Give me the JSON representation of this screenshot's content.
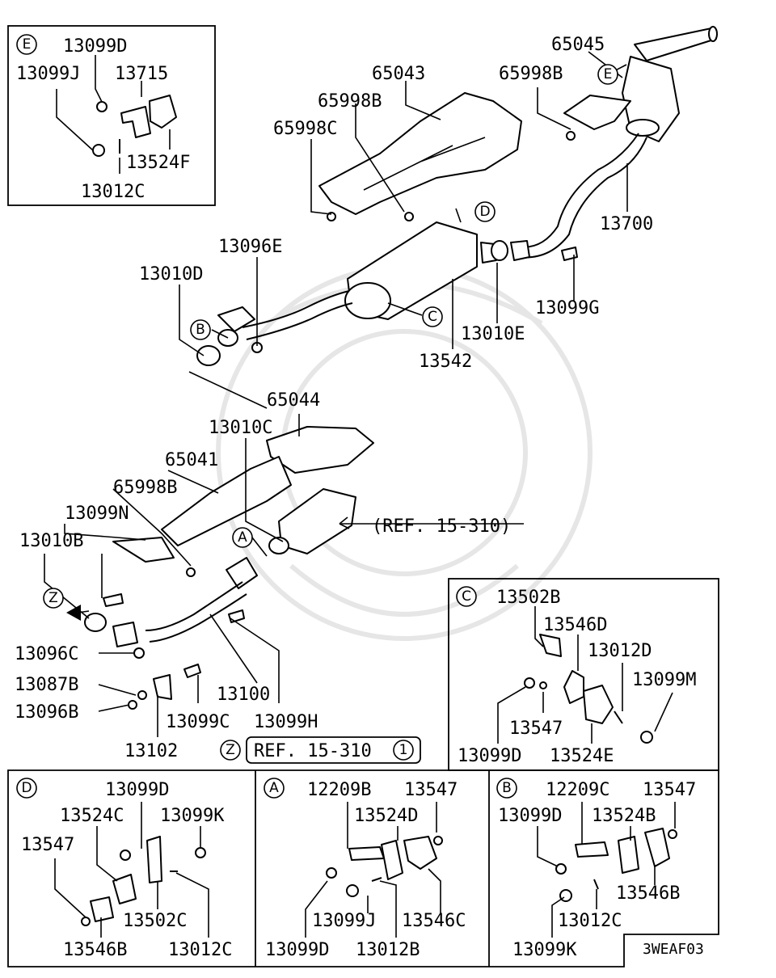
{
  "diagram_code": "3WEAF03",
  "ref_main": "(REF. 15-310)",
  "ref_z": "REF. 15-310",
  "ref_z_num": "1",
  "callouts": {
    "A": "A",
    "B": "B",
    "C": "C",
    "D": "D",
    "E": "E",
    "Z": "Z"
  },
  "main_labels": {
    "p65045": "65045",
    "p65998B_top": "65998B",
    "p65043": "65043",
    "p65998B_mid": "65998B",
    "p65998C": "65998C",
    "p13700": "13700",
    "p13099G": "13099G",
    "p13096E": "13096E",
    "p13010D": "13010D",
    "p13010E": "13010E",
    "p13542": "13542",
    "p65044": "65044",
    "p13010C": "13010C",
    "p65041": "65041",
    "p65998B_low": "65998B",
    "p13099N": "13099N",
    "p13010B": "13010B",
    "p13096C": "13096C",
    "p13087B": "13087B",
    "p13096B": "13096B",
    "p13100": "13100",
    "p13099C": "13099C",
    "p13099H": "13099H",
    "p13102": "13102"
  },
  "inset_e": {
    "p13099D": "13099D",
    "p13099J": "13099J",
    "p13715": "13715",
    "p13524F": "13524F",
    "p13012C": "13012C"
  },
  "inset_c": {
    "p13502B": "13502B",
    "p13546D": "13546D",
    "p13012D": "13012D",
    "p13099M": "13099M",
    "p13547": "13547",
    "p13099D": "13099D",
    "p13524E": "13524E"
  },
  "inset_d": {
    "p13099D": "13099D",
    "p13524C": "13524C",
    "p13099K": "13099K",
    "p13547": "13547",
    "p13502C": "13502C",
    "p13546B": "13546B",
    "p13012C": "13012C"
  },
  "inset_a": {
    "p12209B": "12209B",
    "p13547": "13547",
    "p13524D": "13524D",
    "p13099J": "13099J",
    "p13546C": "13546C",
    "p13099D": "13099D",
    "p13012B": "13012B"
  },
  "inset_b": {
    "p12209C": "12209C",
    "p13547": "13547",
    "p13099D": "13099D",
    "p13524B": "13524B",
    "p13546B": "13546B",
    "p13012C": "13012C",
    "p13099K": "13099K"
  }
}
